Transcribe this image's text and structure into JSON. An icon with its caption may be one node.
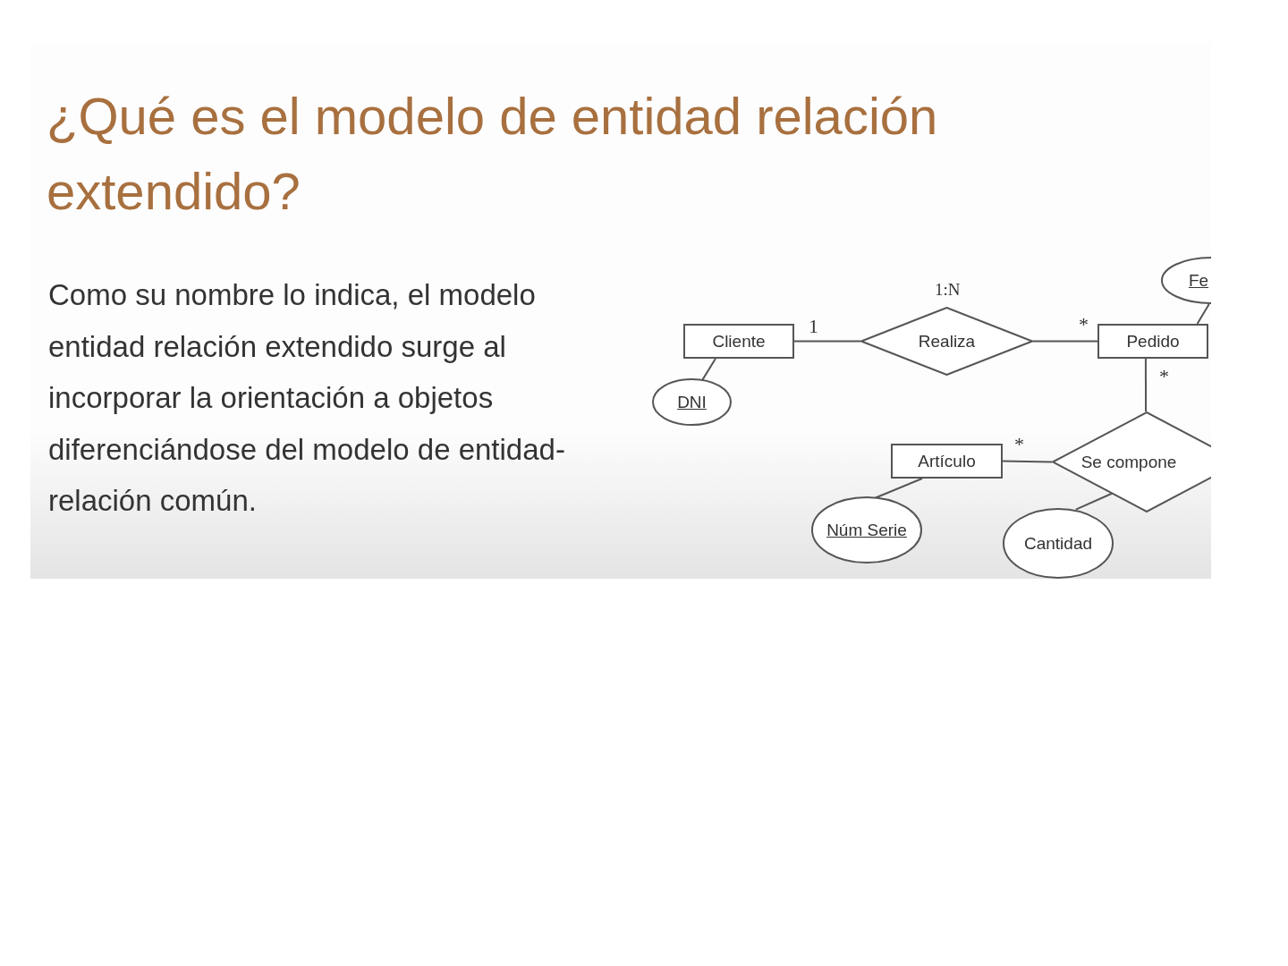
{
  "diagram": {
    "title": "¿Qué es el modelo de entidad relación extendido?",
    "nodes": [
      {
        "text": [
          "Cliente"
        ]
      },
      {
        "text": [
          "Realiza"
        ],
        "beside": [
          "1:N"
        ]
      },
      {
        "text": [
          "Pedido"
        ]
      },
      {
        "text": [
          "Fe"
        ]
      },
      {
        "text": [
          "DNI"
        ]
      },
      {
        "text": [
          "Se compone"
        ]
      },
      {
        "text": [
          "Artículo"
        ]
      },
      {
        "text": [
          "Núm Serie"
        ]
      },
      {
        "text": [
          "Cantidad"
        ]
      }
    ],
    "edges": [
      {
        "from": 0,
        "to": 1,
        "arrow": "none",
        "label": "1"
      },
      {
        "from": 1,
        "to": 2,
        "arrow": "none",
        "label": "*"
      },
      {
        "from": 2,
        "to": 3,
        "arrow": "none"
      },
      {
        "from": 0,
        "to": 4,
        "arrow": "none"
      },
      {
        "from": 2,
        "to": 5,
        "arrow": "none",
        "label": "*"
      },
      {
        "from": 5,
        "to": 6,
        "arrow": "none",
        "label": "*"
      },
      {
        "from": 6,
        "to": 7,
        "arrow": "none"
      },
      {
        "from": 5,
        "to": 8,
        "arrow": "none"
      }
    ],
    "labels": [
      "Como su nombre lo indica, el modelo entidad relación extendido surge al incorporar la orientación a objetos diferenciándose del modelo de entidad-relación común."
    ]
  }
}
